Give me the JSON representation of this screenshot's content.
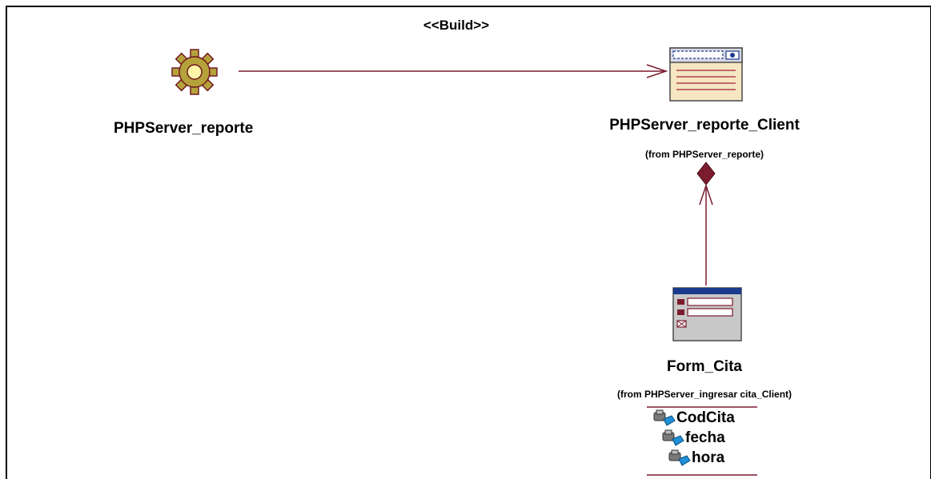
{
  "diagram": {
    "stereotype": "<<Build>>",
    "server": {
      "name": "PHPServer_reporte",
      "icon": "gear-icon"
    },
    "client_page": {
      "name": "PHPServer_reporte_Client",
      "from": "(from PHPServer_reporte)",
      "icon": "client-page-icon"
    },
    "form": {
      "name": "Form_Cita",
      "from": "(from PHPServer_ingresar cita_Client)",
      "icon": "form-icon",
      "attributes": [
        "CodCita",
        "fecha",
        "hora"
      ]
    },
    "relations": [
      {
        "from": "PHPServer_reporte",
        "to": "PHPServer_reporte_Client",
        "kind": "dependency"
      },
      {
        "from": "Form_Cita",
        "to": "PHPServer_reporte_Client",
        "kind": "composition"
      }
    ],
    "colors": {
      "line": "#7b1c2e",
      "diamond": "#7b1c2e",
      "gear_fill": "#b5a23a",
      "gear_stroke": "#6b1020",
      "icon_blue": "#1a3a8c",
      "attr_blue": "#1f8fd6"
    }
  }
}
